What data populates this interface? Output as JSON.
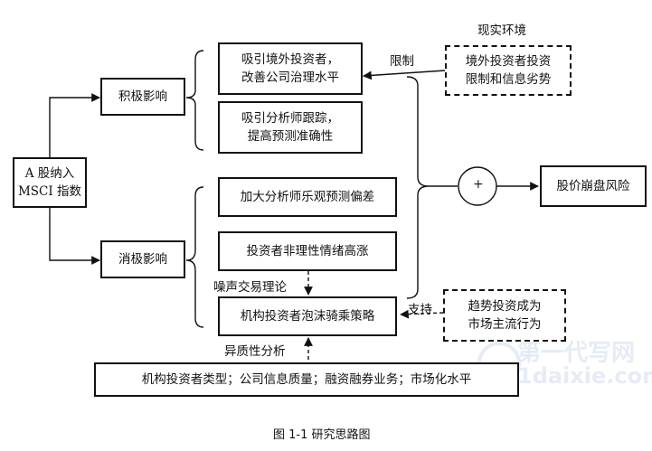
{
  "root": "A 股纳入\nMSCI 指数",
  "positive": {
    "label": "积极影响",
    "items": [
      "吸引境外投资者，\n改善公司治理水平",
      "吸引分析师跟踪，\n提高预测准确性"
    ]
  },
  "negative": {
    "label": "消极影响",
    "items": [
      "加大分析师乐观预测偏差",
      "投资者非理性情绪高涨",
      "机构投资者泡沫骑乘策略"
    ]
  },
  "reality": {
    "title": "现实环境",
    "box": "境外投资者投资\n限制和信息劣势",
    "arrow_label": "限制"
  },
  "trend": {
    "box": "趋势投资成为\n市场主流行为",
    "arrow_label": "支持"
  },
  "noise_label": "噪声交易理论",
  "hetero_label": "异质性分析",
  "factors": "机构投资者类型；公司信息质量；融资融券业务；市场化水平",
  "plus": "+",
  "result": "股价崩盘风险",
  "caption": "图  1-1  研究思路图",
  "watermark": {
    "brand": "第一代写网",
    "url": "1daixie.com"
  }
}
